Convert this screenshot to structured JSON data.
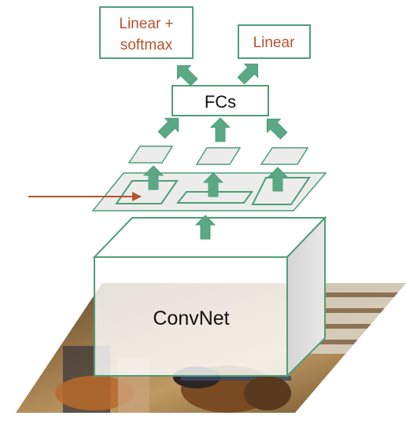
{
  "diagram": {
    "outputs": {
      "linear_softmax": {
        "line1": "Linear +",
        "line2": "softmax"
      },
      "linear": {
        "label": "Linear"
      }
    },
    "fcs": {
      "label": "FCs"
    },
    "backbone": {
      "label": "ConvNet"
    },
    "colors": {
      "accent_green": "#4f9f77",
      "arrow_fill": "#5aa884",
      "label_orange": "#b5532a",
      "plane_fill": "#ececec",
      "plane_stroke": "#4f9f77"
    },
    "icons": {
      "up_arrow": "block-up-arrow-icon",
      "diagonal_arrow": "block-diagonal-arrow-icon",
      "input_arrow": "pointer-arrow-icon"
    }
  }
}
